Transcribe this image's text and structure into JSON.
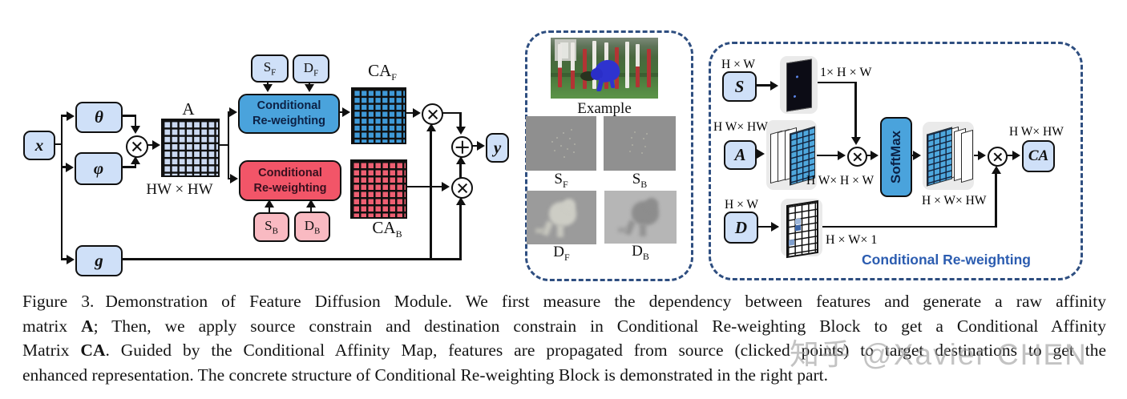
{
  "colors": {
    "node_blue": "#cfe0f8",
    "node_pink": "#f9bac2",
    "block_blue": "#4aa3dc",
    "block_red": "#f25568",
    "grid_blue": "#3f9ad8",
    "grid_red": "#ee5f72",
    "grid_lavender": "#cbd9f1",
    "dashed_border": "#2e4e80",
    "title_blue": "#2b5cb0"
  },
  "left_diagram": {
    "x": "x",
    "theta": "θ",
    "phi": "φ",
    "g": "g",
    "y": "y",
    "a_label": "A",
    "a_dims": "HW × HW",
    "s_f": {
      "base": "S",
      "sub": "F"
    },
    "d_f": {
      "base": "D",
      "sub": "F"
    },
    "s_b": {
      "base": "S",
      "sub": "B"
    },
    "d_b": {
      "base": "D",
      "sub": "B"
    },
    "ca_f": {
      "base": "CA",
      "sub": "F"
    },
    "ca_b": {
      "base": "CA",
      "sub": "B"
    },
    "cr_blue": {
      "line1": "Conditional",
      "line2": "Re-weighting"
    },
    "cr_red": {
      "line1": "Conditional",
      "line2": "Re-weighting"
    }
  },
  "example_panel": {
    "example_label": "Example",
    "s_f": {
      "base": "S",
      "sub": "F"
    },
    "s_b": {
      "base": "S",
      "sub": "B"
    },
    "d_f": {
      "base": "D",
      "sub": "F"
    },
    "d_b": {
      "base": "D",
      "sub": "B"
    }
  },
  "reweighting_panel": {
    "title": "Conditional Re-weighting",
    "s": "S",
    "a": "A",
    "d": "D",
    "ca": "CA",
    "s_dims": "H × W",
    "s_out_dims": "1× H × W",
    "a_dims": "H W× HW",
    "a_out_dims": "H W× H × W",
    "softmax": "SoftMax",
    "softmax_out_dims": "H × W× HW",
    "d_dims": "H × W",
    "d_out_dims": "H × W× 1",
    "ca_dims": "H W× HW"
  },
  "caption": {
    "fig_label": "Figure 3.",
    "line1": "Demonstration of Feature Diffusion Module. We first measure the dependency between features and generate a raw affinity",
    "line2_pre": "matrix ",
    "line2_bold": "A",
    "line2_post": "; Then, we apply source constrain and destination constrain in Conditional Re-weighting Block to get a Conditional Affinity",
    "line3_pre": "Matrix ",
    "line3_bold": "CA",
    "line3_post": ". Guided by the Conditional Affinity Map, features are propagated from source (clicked points) to target destinations to get the",
    "line4": "enhanced representation. The concrete structure of Conditional Re-weighting Block is demonstrated in the right part."
  },
  "watermark": "知乎 @Xavier CHEN"
}
